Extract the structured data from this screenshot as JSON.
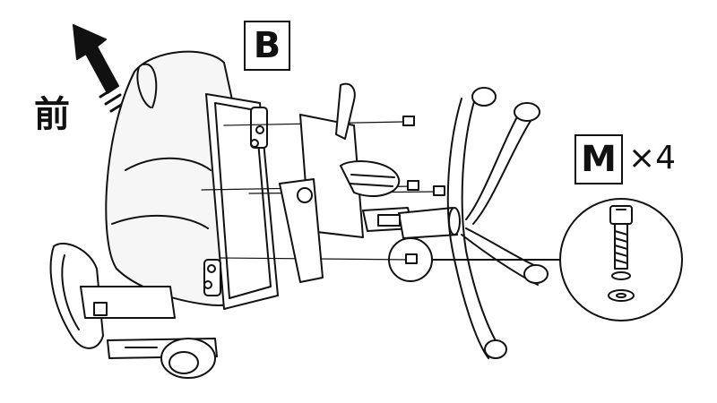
{
  "labels": {
    "part_b": "B",
    "part_m": "M",
    "quantity": "×4",
    "front": "前"
  },
  "icons": {
    "direction": "front-arrow-icon",
    "screw": "hex-socket-bolt-icon"
  },
  "colors": {
    "line": "#111111",
    "background": "#ffffff",
    "seat_fill": "#f3f3f3"
  }
}
